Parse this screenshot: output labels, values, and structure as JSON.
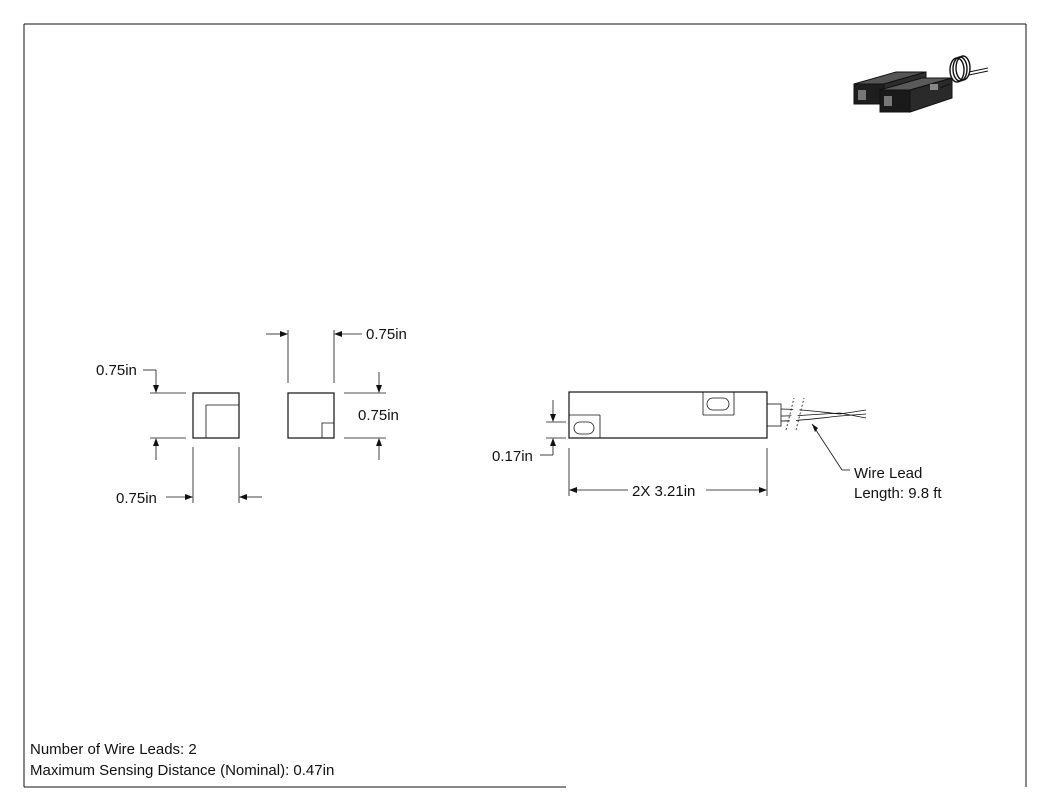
{
  "drawing": {
    "dimensions": {
      "end_view_1_height": "0.75in",
      "end_view_1_width": "0.75in",
      "end_view_2_width": "0.75in",
      "end_view_2_height": "0.75in",
      "side_view_offset": "0.17in",
      "side_view_length": "2X 3.21in"
    },
    "callout": {
      "line1": "Wire Lead",
      "line2": "Length: 9.8 ft"
    },
    "notes": {
      "wire_leads": "Number of Wire Leads: 2",
      "sensing_distance": "Maximum Sensing Distance (Nominal): 0.47in"
    }
  }
}
